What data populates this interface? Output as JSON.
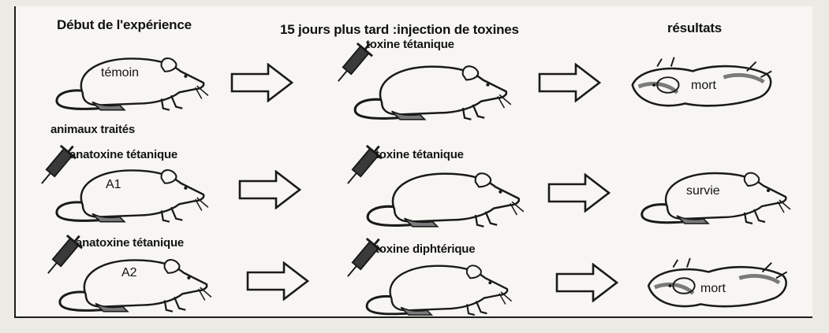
{
  "headers": {
    "start": "Début de l'expérience",
    "injection": "15 jours plus tard :injection de toxines",
    "results": "résultats"
  },
  "group_label": "animaux traités",
  "rows": [
    {
      "id": "row-1",
      "start_label": "témoin",
      "start_injection": "",
      "toxin": "toxine tétanique",
      "result": "mort"
    },
    {
      "id": "row-2",
      "start_label": "A1",
      "start_injection": "anatoxine tétanique",
      "toxin": "toxine tétanique",
      "result": "survie"
    },
    {
      "id": "row-3",
      "start_label": "A2",
      "start_injection": "anatoxine tétanique",
      "toxin": "toxine diphtérique",
      "result": "mort"
    }
  ],
  "colors": {
    "ink": "#1a1a1a",
    "shade": "#7a7a7a",
    "paper": "#f7f6f2"
  }
}
